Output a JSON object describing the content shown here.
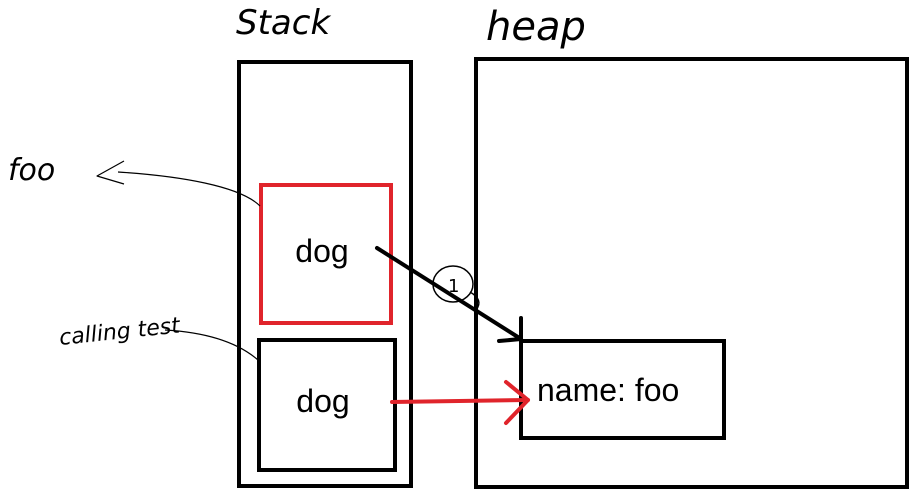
{
  "labels": {
    "stack_title": "Stack",
    "heap_title": "heap",
    "foo_note": "foo",
    "calling_note": "calling test",
    "stack_var_top": "dog",
    "stack_var_bottom": "dog",
    "heap_object": "name: foo",
    "step_marker": "1"
  },
  "colors": {
    "ink": "#000000",
    "highlight": "#e0242b",
    "background": "#ffffff"
  }
}
